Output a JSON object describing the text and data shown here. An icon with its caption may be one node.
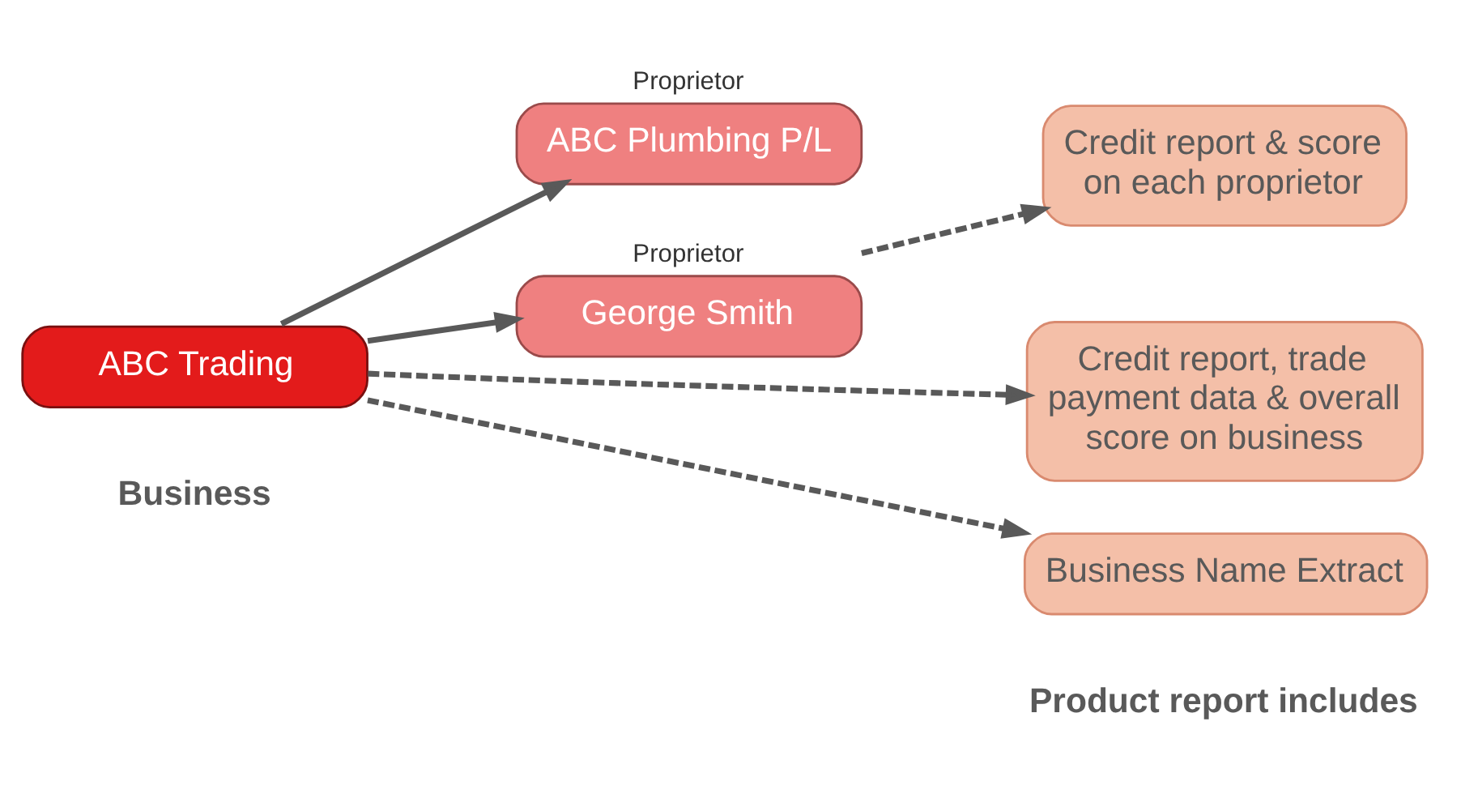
{
  "diagram": {
    "nodes": [
      {
        "text": [
          "ABC Trading"
        ]
      },
      {
        "text": [
          "ABC Plumbing P/L"
        ],
        "beside": [
          "Proprietor"
        ]
      },
      {
        "text": [
          "George Smith"
        ],
        "beside": [
          "Proprietor"
        ]
      },
      {
        "text": [
          "Credit report, trade payment data & overall score on business"
        ]
      },
      {
        "text": [
          "Business Name Extract"
        ]
      },
      {
        "text": [
          "Credit report & score on each proprietor"
        ]
      }
    ],
    "edges": [
      {
        "from": 0,
        "to": 1,
        "arrow": "to"
      },
      {
        "from": 0,
        "to": 2,
        "arrow": "to"
      },
      {
        "from": 0,
        "to": 3,
        "arrow": "to",
        "style": "dashed"
      },
      {
        "from": 0,
        "to": 4,
        "arrow": "to",
        "style": "dashed"
      },
      {
        "from": 2,
        "to": 5,
        "arrow": "to",
        "style": "dashed"
      }
    ],
    "labels": [
      "Business",
      "Product report includes"
    ]
  }
}
